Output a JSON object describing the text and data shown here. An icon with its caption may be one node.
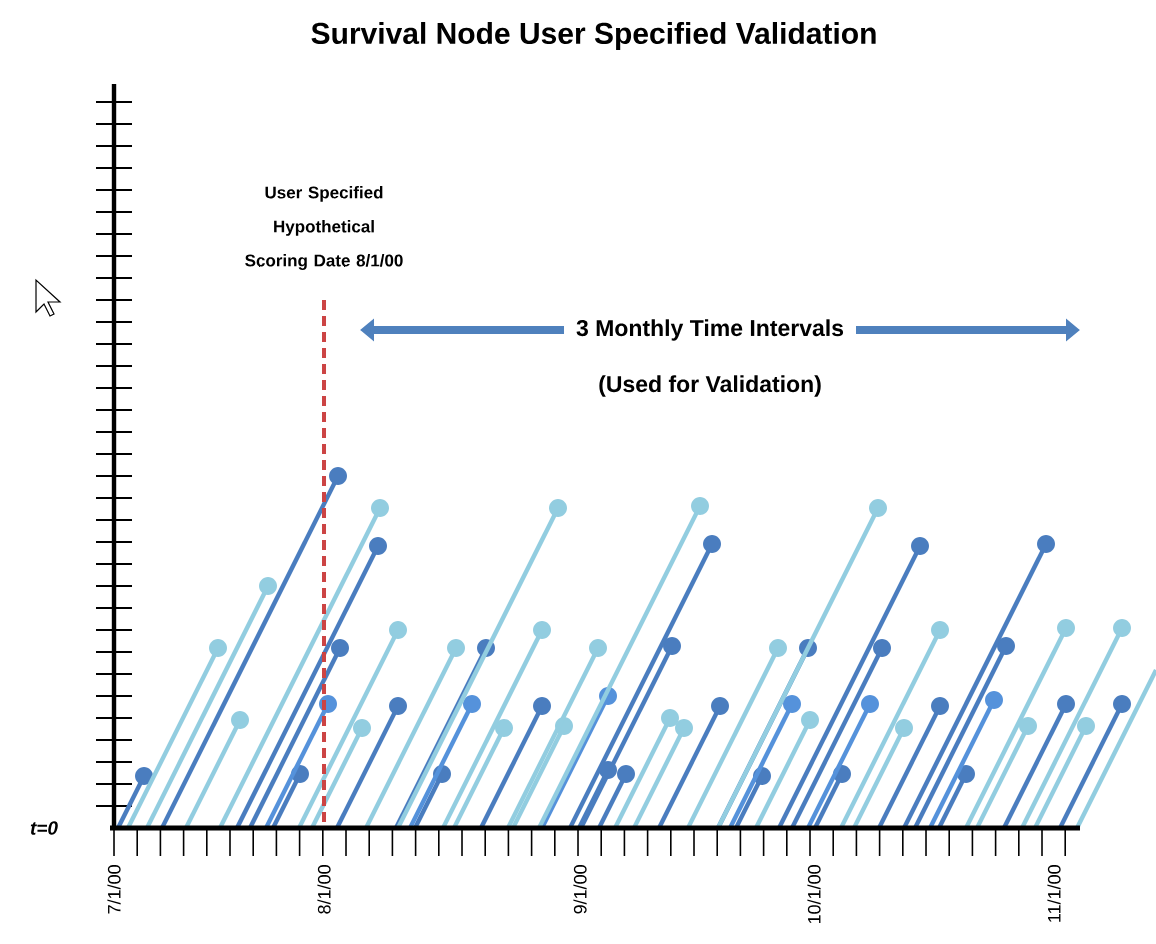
{
  "diagram": {
    "title": "Survival Node User Specified Validation",
    "labels": [
      "User Specified Hypothetical Scoring Date 8/1/00",
      "3 Monthly Time Intervals",
      "(Used for Validation)",
      "t=0",
      "7/1/00",
      "8/1/00",
      "9/1/00",
      "10/1/00",
      "11/1/00"
    ]
  }
}
